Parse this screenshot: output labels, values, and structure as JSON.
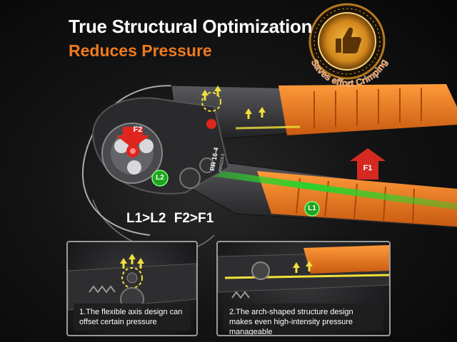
{
  "headline": {
    "title": "True Structural Optimization",
    "subtitle": "Reduces Pressure"
  },
  "badge": {
    "text": "Saves effort Crimping",
    "icon": "thumbs-up-icon"
  },
  "labels": {
    "f1": "F1",
    "f2": "F2",
    "l1": "L1",
    "l2": "L2",
    "formula": "L1>L2 F2>F1"
  },
  "tool_print": {
    "model": "PR 16-4",
    "range": "AWG23-5"
  },
  "panels": [
    {
      "caption": "1.The flexible axis design can offset certain pressure"
    },
    {
      "caption": "2.The arch-shaped structure design makes even high-intensity pressure manageable"
    }
  ],
  "colors": {
    "accent_orange": "#f07a1c",
    "force_red": "#e0251e",
    "lever_green": "#2bd12b",
    "arrow_yellow": "#f2e03a"
  }
}
